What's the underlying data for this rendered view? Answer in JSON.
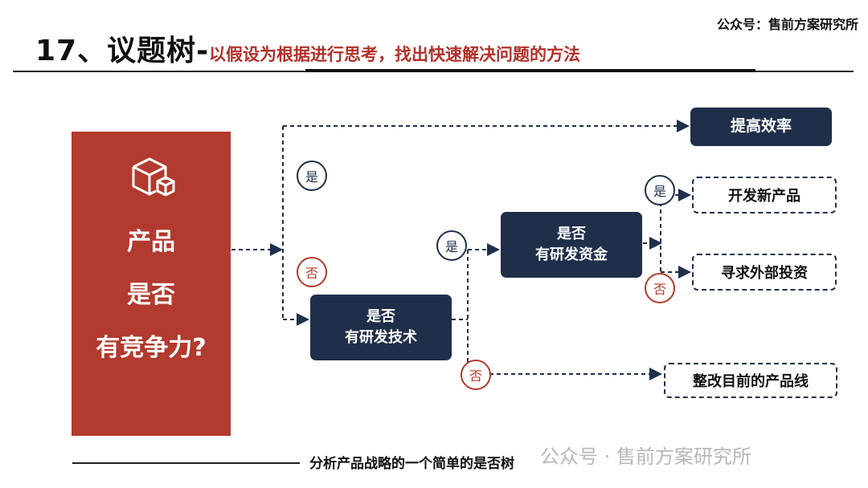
{
  "header": {
    "brand": "公众号：售前方案研究所",
    "title_main": "17、议题树-",
    "title_sub": "以假设为根据进行思考，找出快速解决问题的方法"
  },
  "root": {
    "line1": "产品",
    "line2": "是否",
    "line3": "有竞争力?"
  },
  "nodes": {
    "improve_efficiency": "提高效率",
    "rd_tech_line1": "是否",
    "rd_tech_line2": "有研发技术",
    "rd_funds_line1": "是否",
    "rd_funds_line2": "有研发资金",
    "develop_new": "开发新产品",
    "seek_investment": "寻求外部投资",
    "rectify_line": "整改目前的产品线"
  },
  "labels": {
    "yes": "是",
    "no": "否"
  },
  "footer": {
    "caption": "分析产品战略的一个简单的是否树",
    "watermark": "公众号 · 售前方案研究所"
  },
  "colors": {
    "accent_red": "#b33a2e",
    "navy": "#1f2f4a"
  }
}
